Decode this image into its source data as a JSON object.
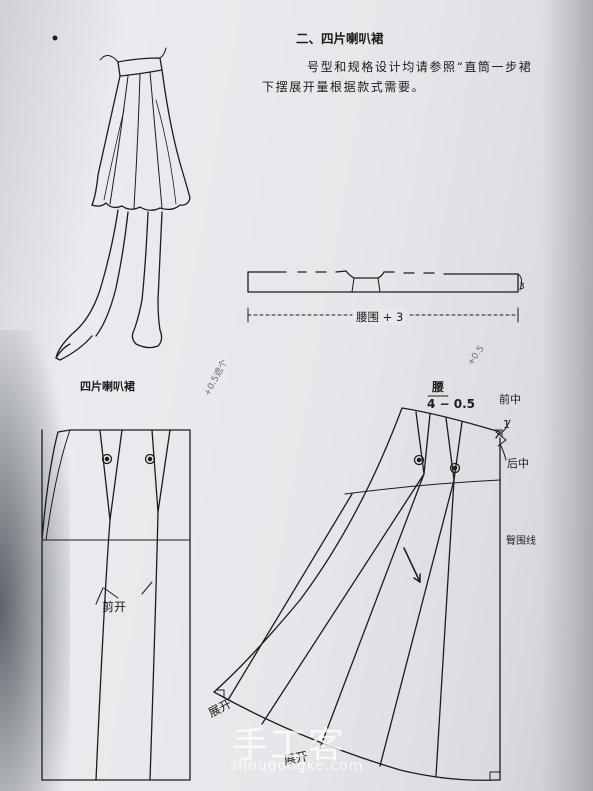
{
  "page": {
    "heading": "二、四片喇叭裙",
    "paragraph_line1": "号型和规格设计均请参照“直筒一步裙",
    "paragraph_line2": "下摆展开量根据款式需要。",
    "illustration_caption": "四片喇叭裙"
  },
  "waistband": {
    "dimension_label": "腰围 + 3",
    "end_mark": "3"
  },
  "pattern_labels": {
    "waist_fraction_top": "腰",
    "waist_fraction_bottom": "4 − 0.5",
    "front_center": "前中",
    "back_center": "后中",
    "hip_line": "臀围线",
    "one_mark": "1",
    "cut_open": "剪开",
    "flare_left": "展开",
    "flare_bottom": "展开"
  },
  "handwritten": {
    "note_left": "+0.5遮个",
    "note_right": "+0.5"
  },
  "watermark": {
    "brand": "手工客",
    "site": "shougongke.com"
  },
  "colors": {
    "ink": "#1c1c1e",
    "paper": "#e7e8eb",
    "pencil": "#6a6f8a"
  }
}
